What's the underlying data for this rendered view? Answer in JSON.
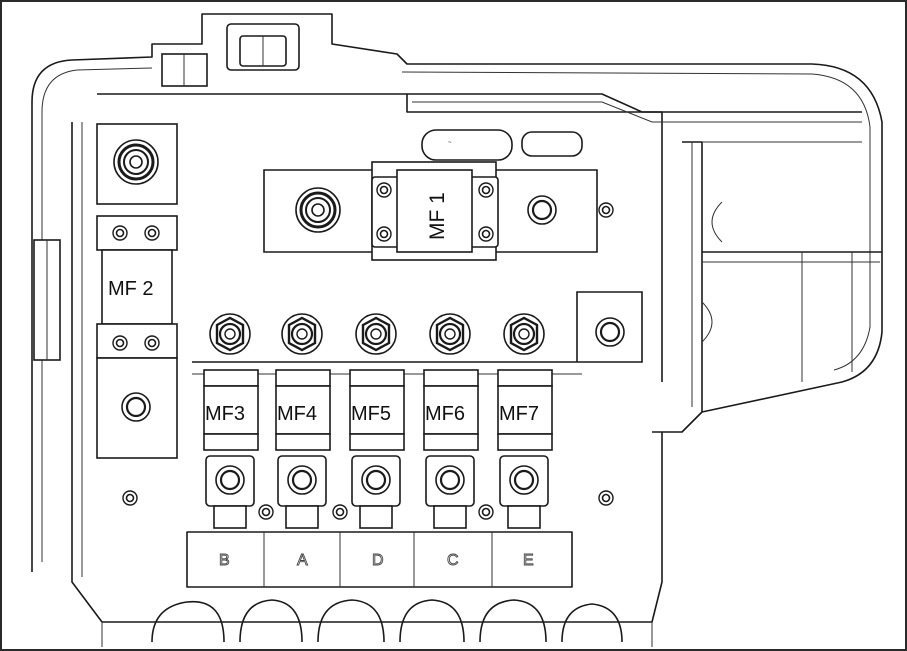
{
  "fuses": {
    "mf1": "MF 1",
    "mf2": "MF 2",
    "mf3": "MF3",
    "mf4": "MF4",
    "mf5": "MF5",
    "mf6": "MF6",
    "mf7": "MF7"
  },
  "connectors": [
    "B",
    "A",
    "D",
    "C",
    "E"
  ]
}
